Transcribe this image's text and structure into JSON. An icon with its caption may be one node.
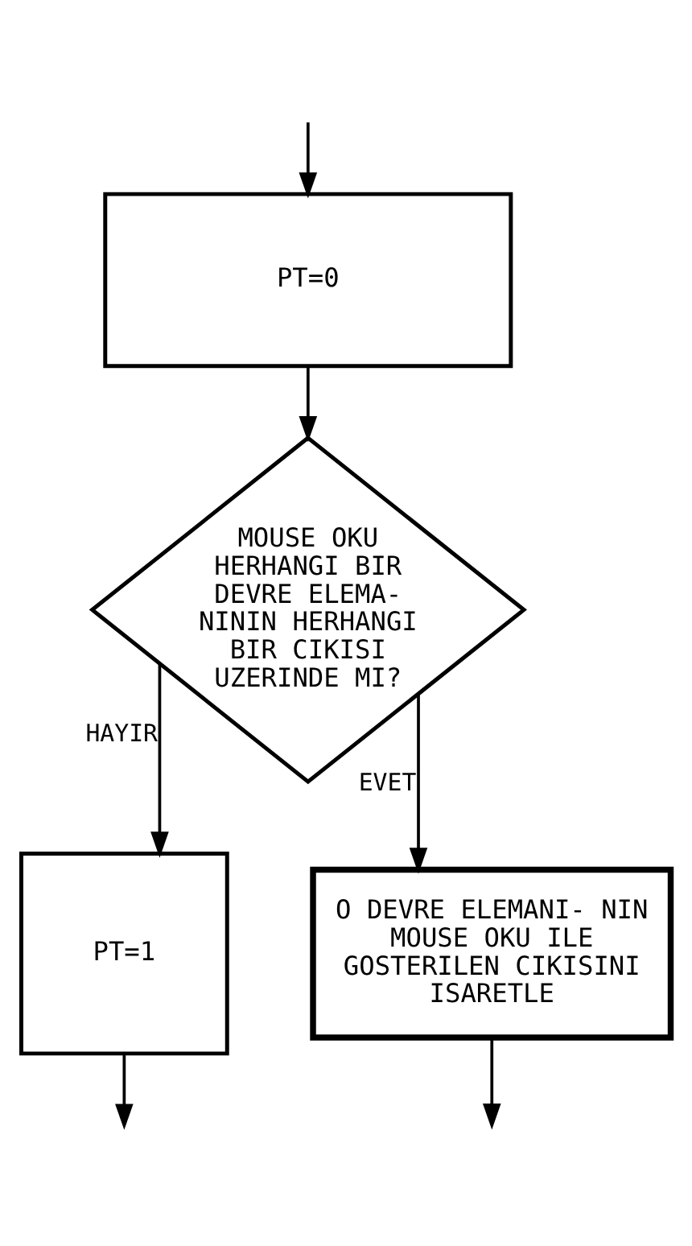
{
  "diagram": {
    "nodes": [
      {
        "text": [
          "PT=0"
        ]
      },
      {
        "text": [
          "MOUSE OKU HERHANGI BIR DEVRE ELEMA- NININ HERHANGI BIR CIKISI UZERINDE MI?"
        ]
      },
      {
        "text": [
          "PT=1"
        ]
      },
      {
        "text": [
          "O DEVRE ELEMANI- NIN MOUSE OKU ILE GOSTERILEN CIKISINI ISARETLE"
        ]
      }
    ],
    "edges": [
      {
        "from": null,
        "to": 0,
        "arrow": "to"
      },
      {
        "from": 0,
        "to": 1,
        "arrow": "to"
      },
      {
        "from": 1,
        "to": 2,
        "arrow": "to",
        "label": "HAYIR"
      },
      {
        "from": 1,
        "to": 3,
        "arrow": "to",
        "label": "EVET"
      },
      {
        "from": 2,
        "to": null,
        "arrow": "to"
      },
      {
        "from": 3,
        "to": null,
        "arrow": "to"
      }
    ]
  }
}
